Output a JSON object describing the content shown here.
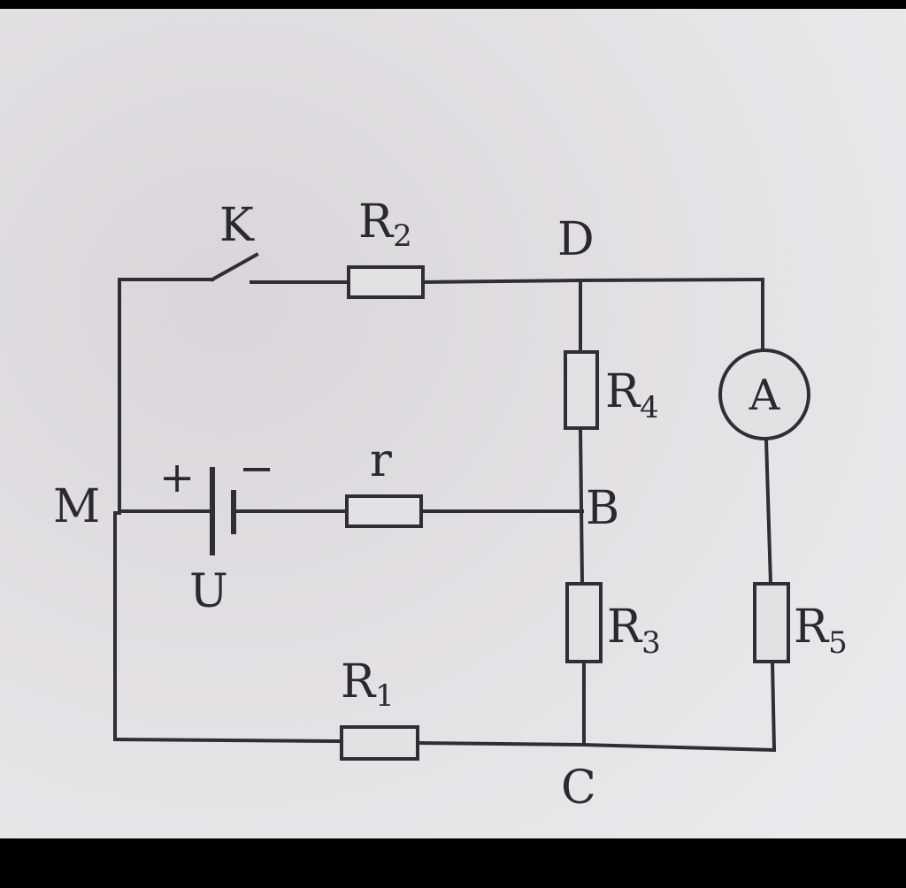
{
  "diagram": {
    "switch_label": "K",
    "resistors": {
      "r1": {
        "name": "R",
        "sub": "1"
      },
      "r2": {
        "name": "R",
        "sub": "2"
      },
      "r3": {
        "name": "R",
        "sub": "3"
      },
      "r4": {
        "name": "R",
        "sub": "4"
      },
      "r5": {
        "name": "R",
        "sub": "5"
      },
      "internal": "r"
    },
    "nodes": {
      "m": "M",
      "b": "B",
      "c": "C",
      "d": "D"
    },
    "source": {
      "label": "U",
      "plus": "+",
      "minus": "−"
    },
    "ammeter": "A"
  },
  "colors": {
    "paper": "#e4e1e5",
    "ink": "#2f2f33",
    "border": "#000000"
  }
}
